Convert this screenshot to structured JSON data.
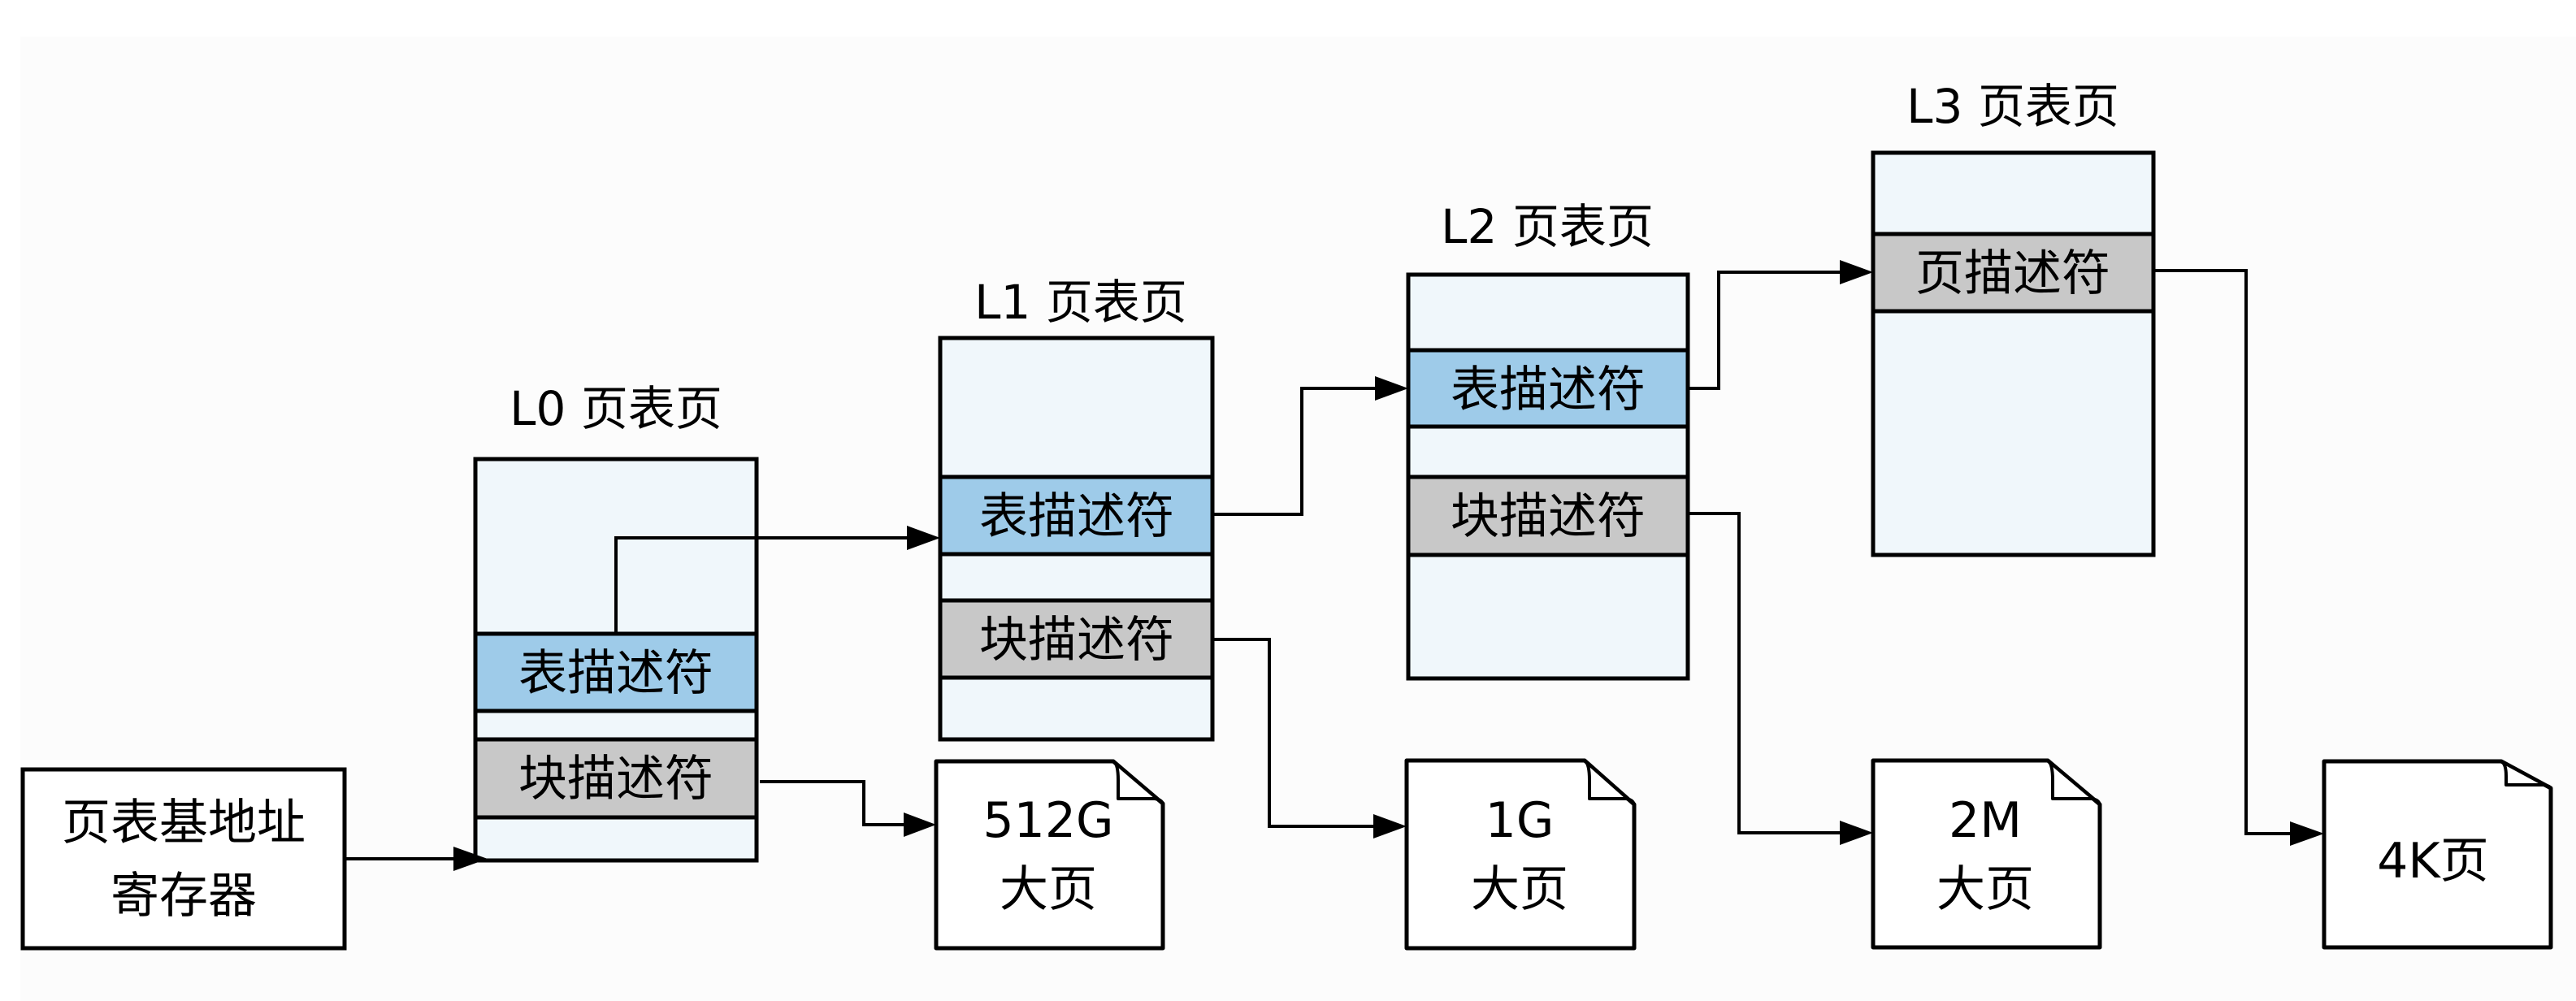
{
  "diagram": {
    "register": {
      "line1": "页表基地址",
      "line2": "寄存器"
    },
    "tables": [
      {
        "title": "L0 页表页",
        "entries": [
          {
            "label": "表描述符",
            "kind": "table"
          },
          {
            "label": "块描述符",
            "kind": "block"
          }
        ]
      },
      {
        "title": "L1 页表页",
        "entries": [
          {
            "label": "表描述符",
            "kind": "table"
          },
          {
            "label": "块描述符",
            "kind": "block"
          }
        ]
      },
      {
        "title": "L2 页表页",
        "entries": [
          {
            "label": "表描述符",
            "kind": "table"
          },
          {
            "label": "块描述符",
            "kind": "block"
          }
        ]
      },
      {
        "title": "L3 页表页",
        "entries": [
          {
            "label": "页描述符",
            "kind": "page"
          }
        ]
      }
    ],
    "pages": [
      {
        "line1": "512G",
        "line2": "大页"
      },
      {
        "line1": "1G",
        "line2": "大页"
      },
      {
        "line1": "2M",
        "line2": "大页"
      },
      {
        "line1": "4K页",
        "line2": ""
      }
    ],
    "colors": {
      "table_bg": "#f0f7fb",
      "table_descriptor": "#9ecbe9",
      "block_descriptor": "#c8c8c8",
      "stroke": "#000000"
    }
  }
}
